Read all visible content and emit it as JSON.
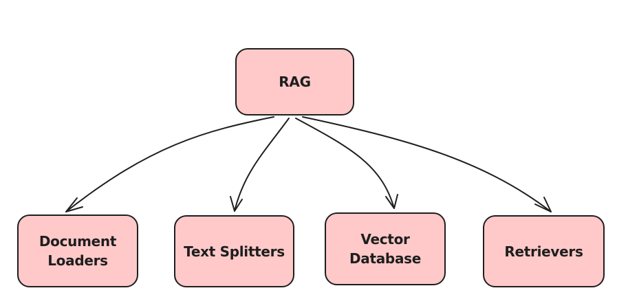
{
  "diagram": {
    "root": {
      "label": "RAG"
    },
    "children": [
      {
        "label_lines": [
          "Document",
          "Loaders"
        ]
      },
      {
        "label_lines": [
          "Text Splitters"
        ]
      },
      {
        "label_lines": [
          "Vector",
          "Database"
        ]
      },
      {
        "label_lines": [
          "Retrievers"
        ]
      }
    ]
  },
  "colors": {
    "node_fill": "#ffc9c9",
    "stroke": "#1e1e1e",
    "background": "#ffffff"
  }
}
